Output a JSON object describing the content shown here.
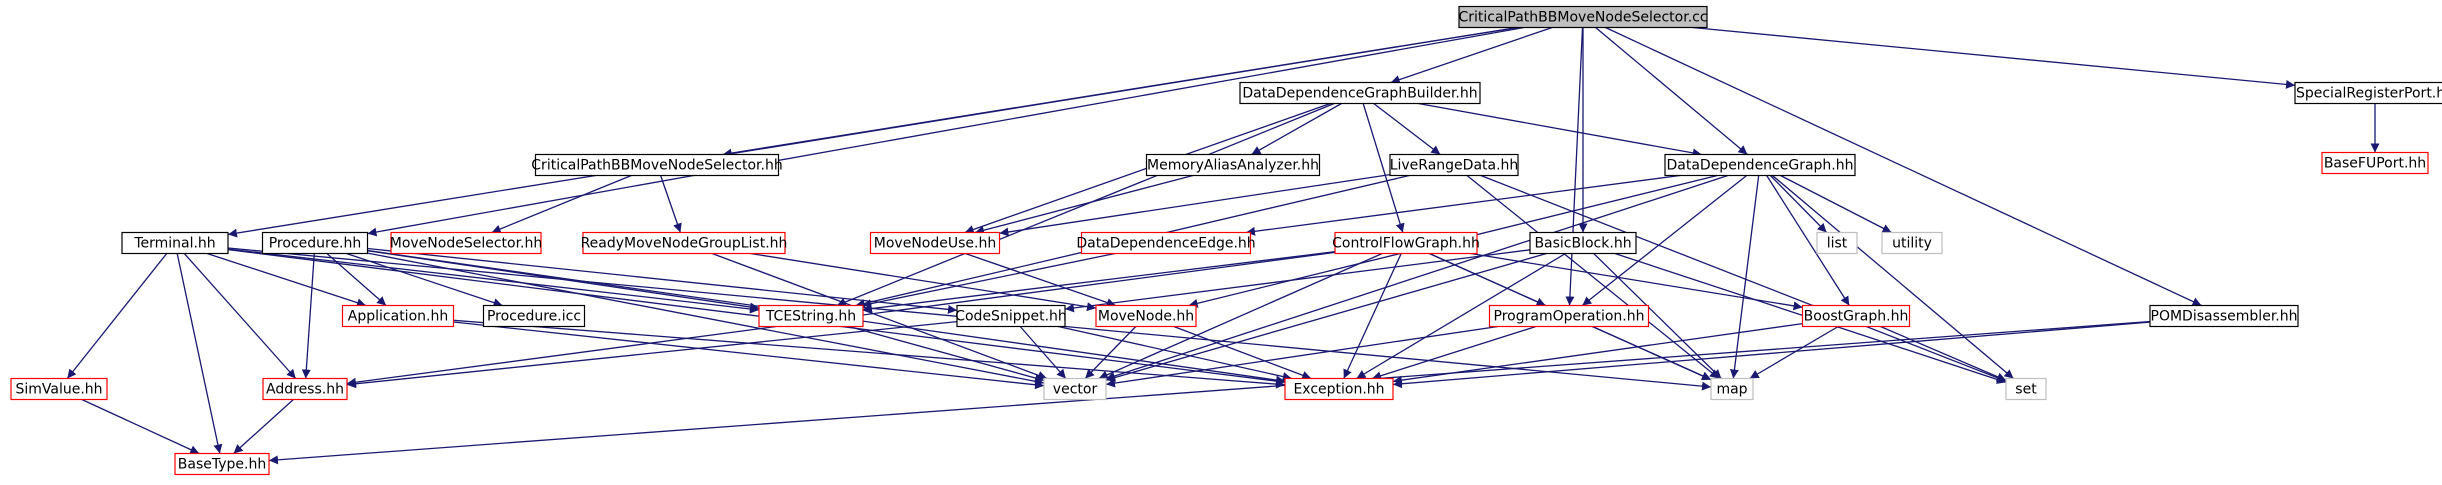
{
  "colors": {
    "edge": "#191970",
    "normal_border": "#000000",
    "incomplete_border": "#ff0000",
    "system_border": "#bfbfbf",
    "root_fill": "#bfbfbf",
    "text": "#000000",
    "system_text": "#555555"
  },
  "nodes": [
    {
      "id": "root",
      "label": "CriticalPathBBMoveNodeSelector.cc",
      "kind": "root"
    },
    {
      "id": "ddgb",
      "label": "DataDependenceGraphBuilder.hh",
      "kind": "normal"
    },
    {
      "id": "srp",
      "label": "SpecialRegisterPort.hh",
      "kind": "normal"
    },
    {
      "id": "bfu",
      "label": "BaseFUPort.hh",
      "kind": "incomplete"
    },
    {
      "id": "cphh",
      "label": "CriticalPathBBMoveNodeSelector.hh",
      "kind": "normal"
    },
    {
      "id": "maa",
      "label": "MemoryAliasAnalyzer.hh",
      "kind": "normal"
    },
    {
      "id": "lrd",
      "label": "LiveRangeData.hh",
      "kind": "normal"
    },
    {
      "id": "ddg",
      "label": "DataDependenceGraph.hh",
      "kind": "normal"
    },
    {
      "id": "term",
      "label": "Terminal.hh",
      "kind": "normal"
    },
    {
      "id": "proc",
      "label": "Procedure.hh",
      "kind": "normal"
    },
    {
      "id": "mns",
      "label": "MoveNodeSelector.hh",
      "kind": "incomplete"
    },
    {
      "id": "rmngl",
      "label": "ReadyMoveNodeGroupList.hh",
      "kind": "incomplete"
    },
    {
      "id": "mnu",
      "label": "MoveNodeUse.hh",
      "kind": "incomplete"
    },
    {
      "id": "dde",
      "label": "DataDependenceEdge.hh",
      "kind": "incomplete"
    },
    {
      "id": "cfg",
      "label": "ControlFlowGraph.hh",
      "kind": "incomplete"
    },
    {
      "id": "bb",
      "label": "BasicBlock.hh",
      "kind": "normal"
    },
    {
      "id": "list",
      "label": "list",
      "kind": "system"
    },
    {
      "id": "utility",
      "label": "utility",
      "kind": "system"
    },
    {
      "id": "pomd",
      "label": "POMDisassembler.hh",
      "kind": "normal"
    },
    {
      "id": "sim",
      "label": "SimValue.hh",
      "kind": "incomplete"
    },
    {
      "id": "app",
      "label": "Application.hh",
      "kind": "incomplete"
    },
    {
      "id": "picc",
      "label": "Procedure.icc",
      "kind": "normal"
    },
    {
      "id": "tce",
      "label": "TCEString.hh",
      "kind": "incomplete"
    },
    {
      "id": "cs",
      "label": "CodeSnippet.hh",
      "kind": "normal"
    },
    {
      "id": "mn",
      "label": "MoveNode.hh",
      "kind": "incomplete"
    },
    {
      "id": "po",
      "label": "ProgramOperation.hh",
      "kind": "incomplete"
    },
    {
      "id": "bg",
      "label": "BoostGraph.hh",
      "kind": "incomplete"
    },
    {
      "id": "addr",
      "label": "Address.hh",
      "kind": "incomplete"
    },
    {
      "id": "vector",
      "label": "vector",
      "kind": "system"
    },
    {
      "id": "exc",
      "label": "Exception.hh",
      "kind": "incomplete"
    },
    {
      "id": "map",
      "label": "map",
      "kind": "system"
    },
    {
      "id": "set",
      "label": "set",
      "kind": "system"
    },
    {
      "id": "bt",
      "label": "BaseType.hh",
      "kind": "incomplete"
    }
  ],
  "edges": [
    [
      "root",
      "ddgb"
    ],
    [
      "root",
      "srp"
    ],
    [
      "root",
      "cphh"
    ],
    [
      "root",
      "ddg"
    ],
    [
      "root",
      "term"
    ],
    [
      "root",
      "proc"
    ],
    [
      "root",
      "bb"
    ],
    [
      "root",
      "pomd"
    ],
    [
      "root",
      "po"
    ],
    [
      "srp",
      "bfu"
    ],
    [
      "ddgb",
      "maa"
    ],
    [
      "ddgb",
      "lrd"
    ],
    [
      "ddgb",
      "ddg"
    ],
    [
      "ddgb",
      "mnu"
    ],
    [
      "ddgb",
      "cfg"
    ],
    [
      "ddgb",
      "tce"
    ],
    [
      "cphh",
      "mns"
    ],
    [
      "cphh",
      "rmngl"
    ],
    [
      "maa",
      "mnu"
    ],
    [
      "lrd",
      "mnu"
    ],
    [
      "lrd",
      "tce"
    ],
    [
      "lrd",
      "map"
    ],
    [
      "lrd",
      "set"
    ],
    [
      "ddg",
      "dde"
    ],
    [
      "ddg",
      "list"
    ],
    [
      "ddg",
      "utility"
    ],
    [
      "ddg",
      "mn"
    ],
    [
      "ddg",
      "po"
    ],
    [
      "ddg",
      "bg"
    ],
    [
      "ddg",
      "vector"
    ],
    [
      "ddg",
      "map"
    ],
    [
      "ddg",
      "set"
    ],
    [
      "mnu",
      "mn"
    ],
    [
      "dde",
      "tce"
    ],
    [
      "rmngl",
      "mn"
    ],
    [
      "rmngl",
      "vector"
    ],
    [
      "cfg",
      "tce"
    ],
    [
      "cfg",
      "bg"
    ],
    [
      "cfg",
      "po"
    ],
    [
      "cfg",
      "vector"
    ],
    [
      "cfg",
      "exc"
    ],
    [
      "cfg",
      "map"
    ],
    [
      "cfg",
      "addr"
    ],
    [
      "bb",
      "cs"
    ],
    [
      "bb",
      "exc"
    ],
    [
      "bb",
      "vector"
    ],
    [
      "bb",
      "map"
    ],
    [
      "bb",
      "set"
    ],
    [
      "term",
      "sim"
    ],
    [
      "term",
      "app"
    ],
    [
      "term",
      "addr"
    ],
    [
      "term",
      "bt"
    ],
    [
      "term",
      "tce"
    ],
    [
      "term",
      "exc"
    ],
    [
      "term",
      "map"
    ],
    [
      "proc",
      "app"
    ],
    [
      "proc",
      "addr"
    ],
    [
      "proc",
      "picc"
    ],
    [
      "proc",
      "tce"
    ],
    [
      "proc",
      "cs"
    ],
    [
      "proc",
      "vector"
    ],
    [
      "proc",
      "exc"
    ],
    [
      "pomd",
      "exc"
    ],
    [
      "pomd",
      "bt"
    ],
    [
      "sim",
      "bt"
    ],
    [
      "app",
      "vector"
    ],
    [
      "app",
      "exc"
    ],
    [
      "tce",
      "vector"
    ],
    [
      "cs",
      "vector"
    ],
    [
      "cs",
      "exc"
    ],
    [
      "cs",
      "addr"
    ],
    [
      "mn",
      "vector"
    ],
    [
      "mn",
      "exc"
    ],
    [
      "po",
      "vector"
    ],
    [
      "po",
      "map"
    ],
    [
      "po",
      "exc"
    ],
    [
      "bg",
      "map"
    ],
    [
      "bg",
      "set"
    ],
    [
      "bg",
      "exc"
    ],
    [
      "addr",
      "bt"
    ]
  ]
}
